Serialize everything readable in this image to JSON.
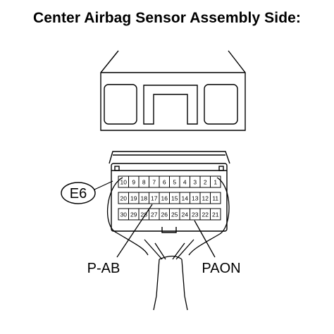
{
  "title": "Center Airbag Sensor Assembly Side:",
  "connector": {
    "id": "E6",
    "rows": [
      [
        "10",
        "9",
        "8",
        "7",
        "6",
        "5",
        "4",
        "3",
        "2",
        "1"
      ],
      [
        "20",
        "19",
        "18",
        "17",
        "16",
        "15",
        "14",
        "13",
        "12",
        "11"
      ],
      [
        "30",
        "29",
        "28",
        "27",
        "26",
        "25",
        "24",
        "23",
        "22",
        "21"
      ]
    ]
  },
  "labels": {
    "left": "P-AB",
    "right": "PAON"
  }
}
